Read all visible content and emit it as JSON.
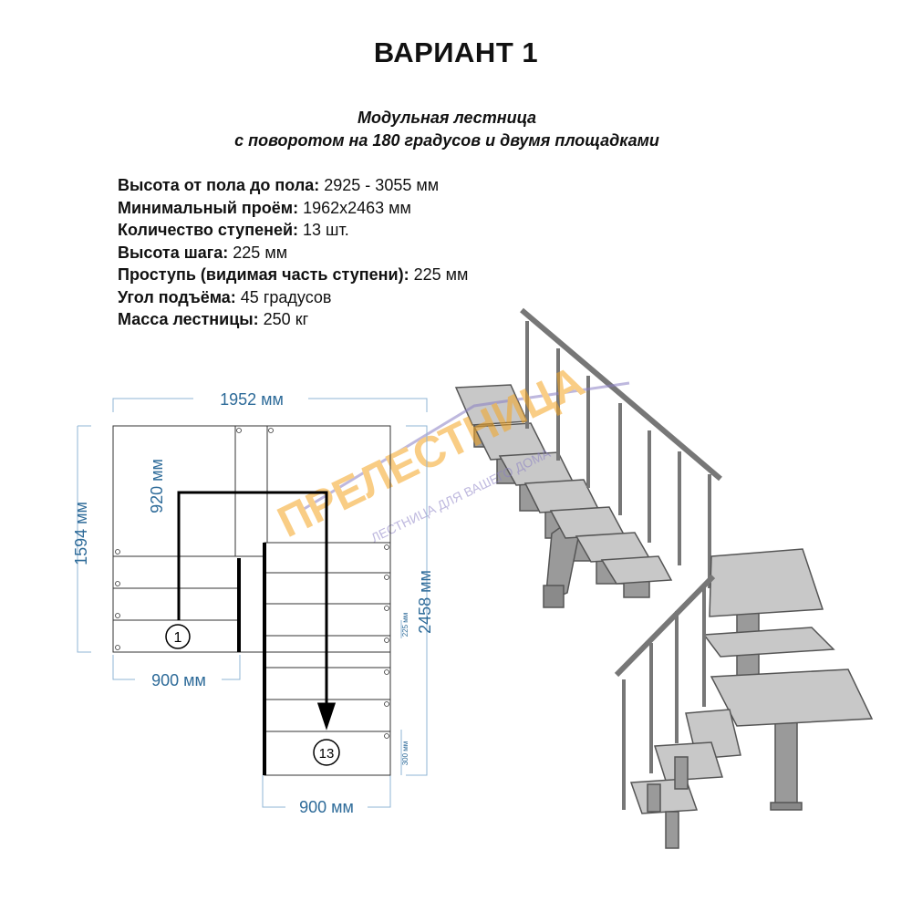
{
  "title": "ВАРИАНТ 1",
  "subtitle": {
    "line1": "Модульная лестница",
    "line2": "с поворотом на 180 градусов и двумя площадками"
  },
  "specs": [
    {
      "label": "Высота от пола до пола:",
      "value": " 2925 - 3055 мм"
    },
    {
      "label": "Минимальный проём:",
      "value": " 1962х2463 мм"
    },
    {
      "label": "Количество ступеней:",
      "value": " 13 шт."
    },
    {
      "label": "Высота шага:",
      "value": " 225 мм"
    },
    {
      "label": "Проступь (видимая часть ступени):",
      "value": " 225 мм"
    },
    {
      "label": "Угол подъёма:",
      "value": " 45 градусов"
    },
    {
      "label": "Масса лестницы:",
      "value": " 250 кг"
    }
  ],
  "plan": {
    "dim_width_total": "1952 мм",
    "dim_height_left": "1594 мм",
    "dim_landing": "920 мм",
    "dim_flight_left_width": "900 мм",
    "dim_flight_right_width": "900 мм",
    "dim_height_right": "2458 мм",
    "dim_step": "225 мм",
    "dim_last_step": "300 мм",
    "step_first": "1",
    "step_last": "13"
  },
  "watermark": {
    "brand": "ПРЕЛЕСТНИЦА",
    "tagline": "ЛЕСТНИЦА ДЛЯ ВАШЕГО ДОМА"
  },
  "colors": {
    "dimension": "#2e6b99",
    "watermark_orange": "#f5a623",
    "watermark_purple": "#8a7fc4",
    "metal": "#8f8f8f"
  }
}
